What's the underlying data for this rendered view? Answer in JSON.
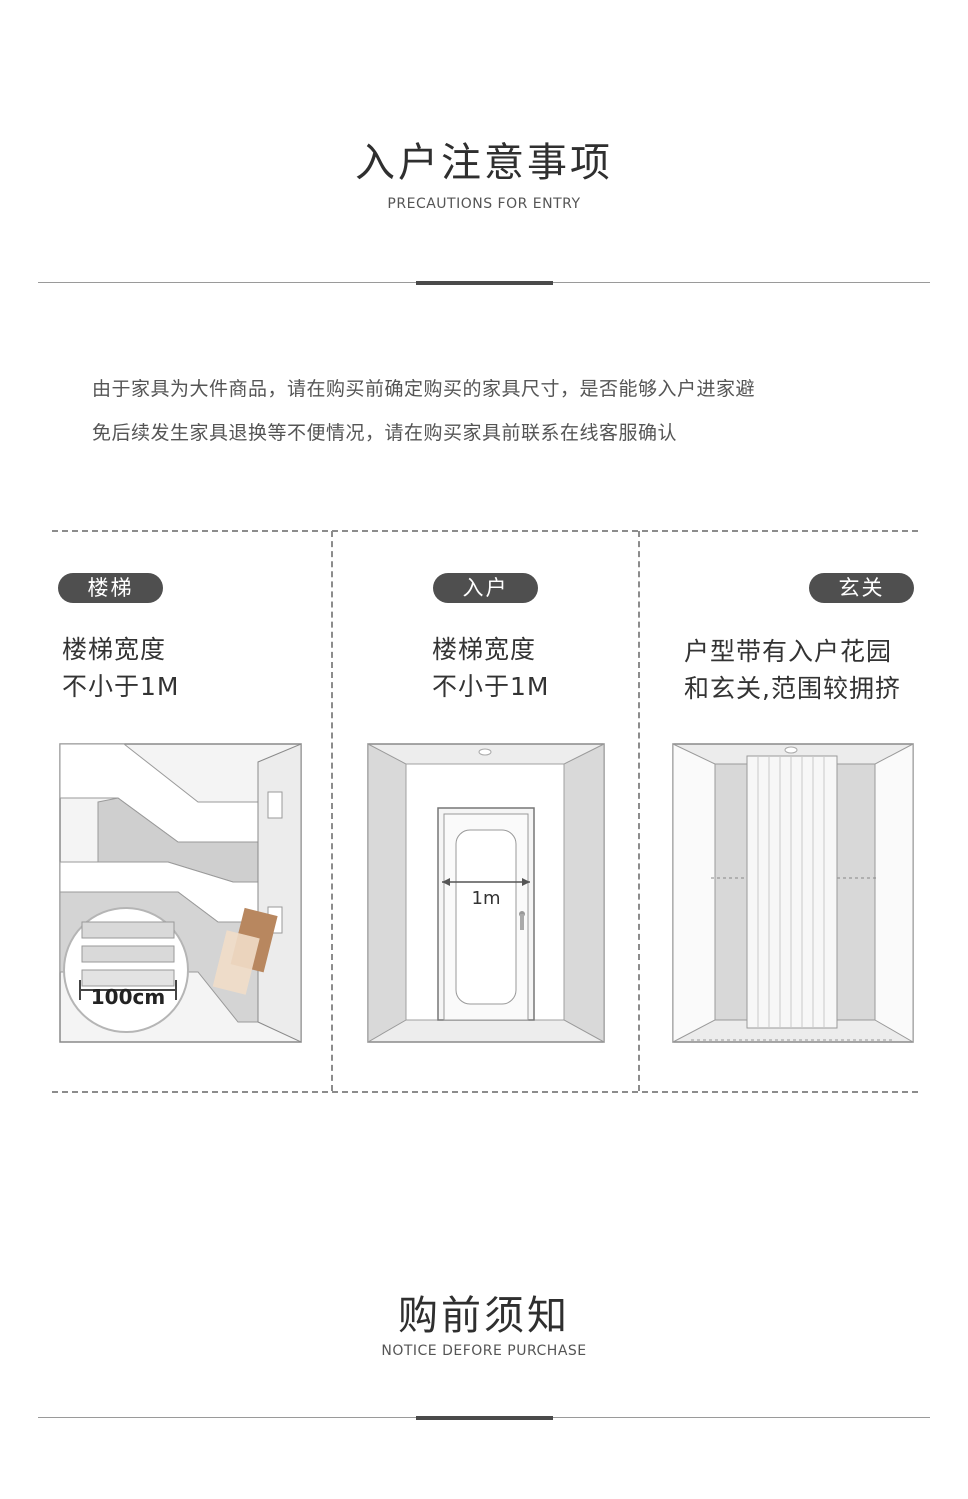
{
  "section1": {
    "title": "入户注意事项",
    "subtitle": "PRECAUTIONS FOR ENTRY"
  },
  "intro": {
    "line1": "由于家具为大件商品，请在购买前确定购买的家具尺寸，是否能够入户进家避",
    "line2": "免后续发生家具退换等不便情况，请在购买家具前联系在线客服确认"
  },
  "panels": [
    {
      "tag": "楼梯",
      "line1": "楼梯宽度",
      "line2": "不小于1M",
      "measure": "100cm"
    },
    {
      "tag": "入户",
      "line1": "楼梯宽度",
      "line2": "不小于1M",
      "measure": "1m"
    },
    {
      "tag": "玄关",
      "line1": "户型带有入户花园",
      "line2": "和玄关,范围较拥挤"
    }
  ],
  "section2": {
    "title": "购前须知",
    "subtitle": "NOTICE DEFORE PURCHASE"
  }
}
